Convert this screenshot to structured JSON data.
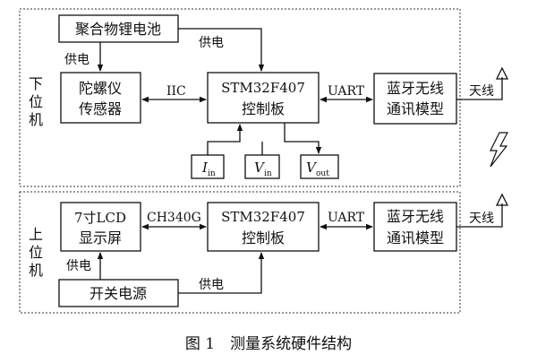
{
  "lower": {
    "side_label": [
      "下",
      "位",
      "机"
    ],
    "battery": "聚合物锂电池",
    "gyro": [
      "陀螺仪",
      "传感器"
    ],
    "mcu": [
      "STM32F407",
      "控制板"
    ],
    "bt": [
      "蓝牙无线",
      "通讯模型"
    ],
    "antenna": "天线",
    "power_left": "供电",
    "power_top": "供电",
    "iic": "IIC",
    "uart": "UART",
    "io": [
      {
        "main": "I",
        "sub": "in"
      },
      {
        "main": "V",
        "sub": "in"
      },
      {
        "main": "V",
        "sub": "out"
      }
    ]
  },
  "upper": {
    "side_label": [
      "上",
      "位",
      "机"
    ],
    "lcd": [
      "7寸LCD",
      "显示屏"
    ],
    "mcu": [
      "STM32F407",
      "控制板"
    ],
    "bt": [
      "蓝牙无线",
      "通讯模型"
    ],
    "antenna": "天线",
    "ch340g": "CH340G",
    "uart": "UART",
    "psu": "开关电源",
    "power_left": "供电",
    "power_bottom": "供电"
  },
  "wireless_icon": "lightning-bolt-icon",
  "caption": "图 1　测量系统硬件结构"
}
